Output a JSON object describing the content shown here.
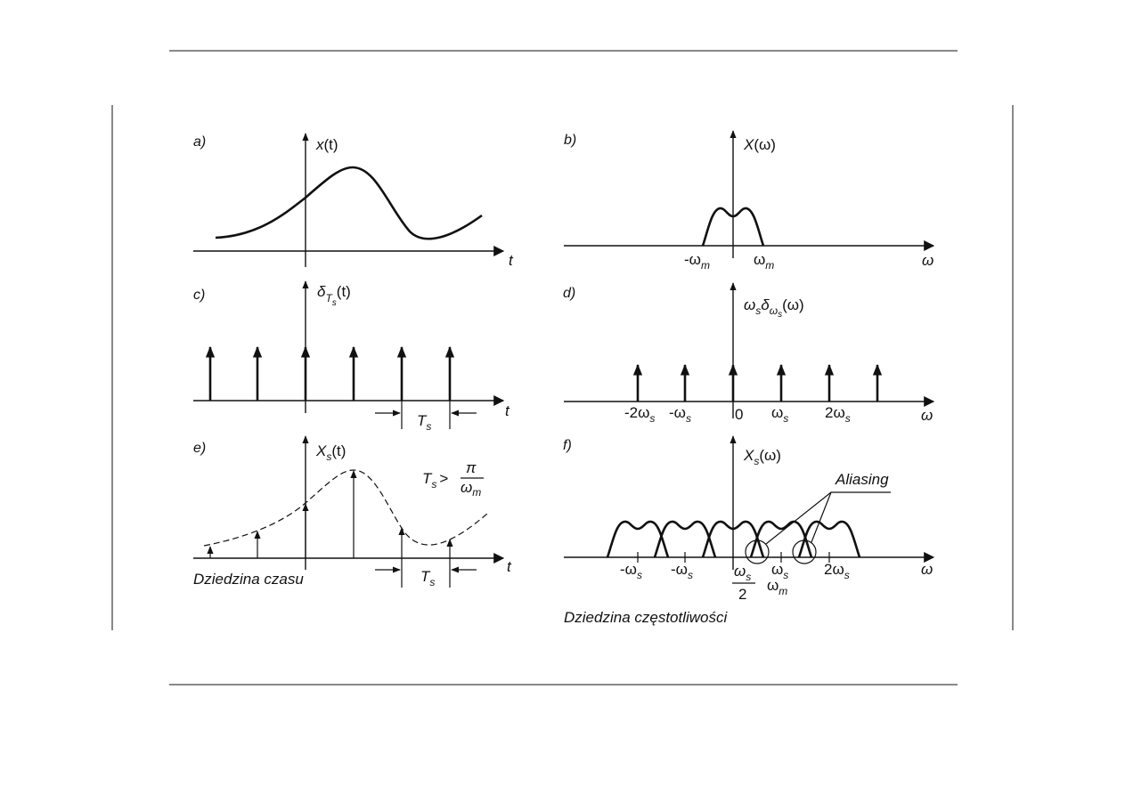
{
  "colors": {
    "ink": "#111111",
    "background": "#ffffff"
  },
  "panels": {
    "a": {
      "tag": "a)",
      "ylabel_var": "x",
      "ylabel_arg": "(t)",
      "xlabel": "t"
    },
    "b": {
      "tag": "b)",
      "ylabel_var": "X",
      "ylabel_arg": "(ω)",
      "xlabel": "ω",
      "tick_neg": "-ω",
      "tick_pos": "ω",
      "tick_sub": "m"
    },
    "c": {
      "tag": "c)",
      "ylabel_var": "δ",
      "ylabel_sub": "T",
      "ylabel_subsub": "s",
      "ylabel_arg": "(t)",
      "xlabel": "t",
      "period": "T",
      "period_sub": "s"
    },
    "d": {
      "tag": "d)",
      "ylabel_a": "ω",
      "ylabel_a_sub": "s",
      "ylabel_b": "δ",
      "ylabel_b_sub": "ω",
      "ylabel_b_subsub": "s",
      "ylabel_arg": "(ω)",
      "xlabel": "ω",
      "ticks": [
        {
          "pre": "-2ω",
          "sub": "s"
        },
        {
          "pre": "-ω",
          "sub": "s"
        },
        {
          "pre": "0",
          "sub": ""
        },
        {
          "pre": "ω",
          "sub": "s"
        },
        {
          "pre": "2ω",
          "sub": "s"
        }
      ]
    },
    "e": {
      "tag": "e)",
      "ylabel_var": "X",
      "ylabel_sub": "s",
      "ylabel_arg": "(t)",
      "xlabel": "t",
      "cond_lhs": "T",
      "cond_lhs_sub": "s",
      "cond_op": ">",
      "cond_num": "π",
      "cond_den": "ω",
      "cond_den_sub": "m",
      "period": "T",
      "period_sub": "s",
      "caption": "Dziedzina czasu"
    },
    "f": {
      "tag": "f)",
      "ylabel_var": "X",
      "ylabel_sub": "s",
      "ylabel_arg": "(ω)",
      "xlabel": "ω",
      "annotation": "Aliasing",
      "ticks": [
        {
          "pre": "-ω",
          "sub": "s"
        },
        {
          "pre": "-ω",
          "sub": "s"
        },
        {
          "pre": "ω",
          "sub": "s"
        },
        {
          "pre": "2ω",
          "sub": "s"
        }
      ],
      "frac_num": "ω",
      "frac_num_sub": "s",
      "frac_den": "2",
      "wm": "ω",
      "wm_sub": "m",
      "caption": "Dziedzina częstotliwości"
    }
  }
}
